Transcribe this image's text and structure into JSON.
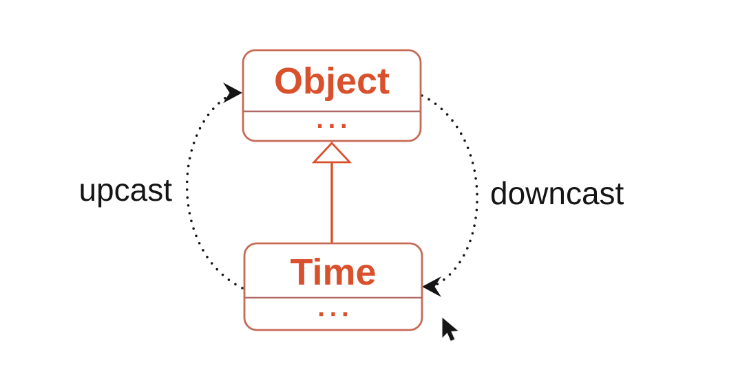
{
  "colors": {
    "accent_orange": "#d9512c",
    "box_border": "#c66a55",
    "box_divider": "#b06a66",
    "arrow_black": "#151515",
    "background": "#ffffff"
  },
  "nodes": [
    {
      "id": "object",
      "title": "Object",
      "members": "..."
    },
    {
      "id": "time",
      "title": "Time",
      "members": "..."
    }
  ],
  "edges": [
    {
      "id": "generalization",
      "from": "Time",
      "to": "Object",
      "style": "solid",
      "arrowhead": "hollow-triangle",
      "label": ""
    },
    {
      "id": "upcast",
      "from": "Time",
      "to": "Object",
      "style": "dotted",
      "side": "left",
      "label": "upcast"
    },
    {
      "id": "downcast",
      "from": "Object",
      "to": "Time",
      "style": "dotted",
      "side": "right",
      "label": "downcast"
    }
  ],
  "cursor": {
    "type": "pointer-arrow"
  }
}
